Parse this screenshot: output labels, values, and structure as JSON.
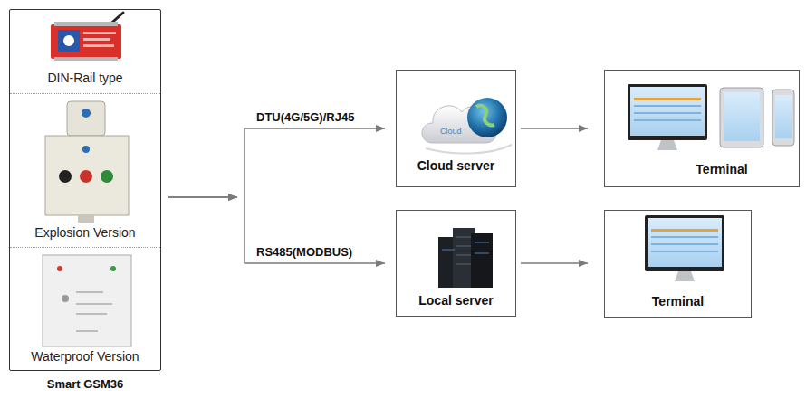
{
  "diagram": {
    "nodes": [
      {
        "text": [
          "Smart GSM36"
        ]
      },
      {
        "text": [
          "DIN-Rail type"
        ],
        "in": 0
      },
      {
        "text": [
          "Explosion Version"
        ],
        "in": 0
      },
      {
        "text": [
          "Waterproof Version"
        ],
        "in": 0
      },
      {
        "text": [
          "Cloud server"
        ]
      },
      {
        "text": [
          "Terminal"
        ]
      },
      {
        "text": [
          "Local server"
        ]
      },
      {
        "text": [
          "Terminal"
        ]
      }
    ],
    "edges": [
      {
        "from": 0,
        "to": 4,
        "label": "DTU(4G/5G)/RJ45",
        "arrow": "to"
      },
      {
        "from": 0,
        "to": 6,
        "label": "RS485(MODBUS)",
        "arrow": "to"
      },
      {
        "from": 4,
        "to": 5,
        "arrow": "to"
      },
      {
        "from": 6,
        "to": 7,
        "arrow": "to"
      }
    ],
    "labels": [
      "Cloud"
    ]
  }
}
